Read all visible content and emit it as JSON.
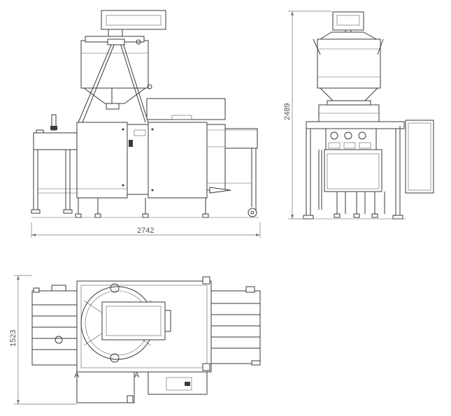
{
  "drawing": {
    "dimensions": {
      "front_width": "2742",
      "side_height": "2489",
      "top_depth": "1523"
    },
    "section_marks": {
      "left": "A",
      "right": "A"
    },
    "colors": {
      "line": "#3a3a3a",
      "dimension": "#777777",
      "background": "#ffffff"
    }
  }
}
